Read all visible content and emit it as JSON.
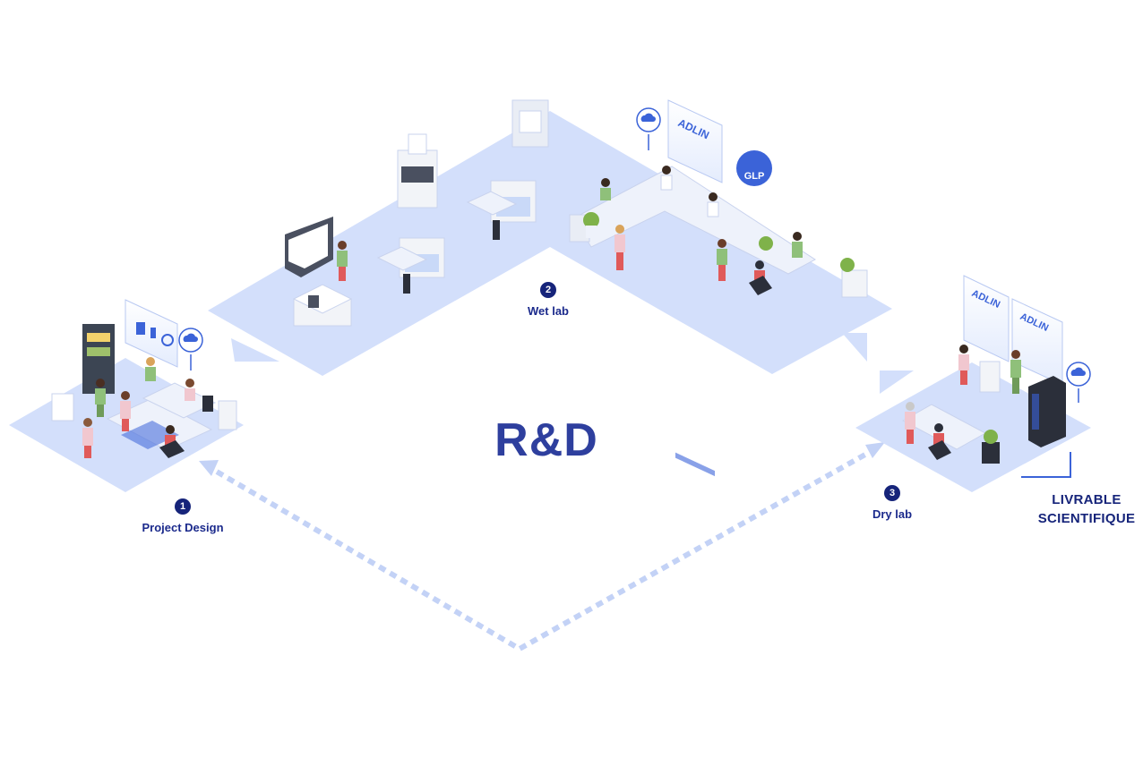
{
  "title": "R&D",
  "steps": [
    {
      "number": "1",
      "label": "Project Design"
    },
    {
      "number": "2",
      "label": "Wet lab"
    },
    {
      "number": "3",
      "label": "Dry lab"
    }
  ],
  "deliverable": {
    "line1": "LIVRABLE",
    "line2": "SCIENTIFIQUE"
  },
  "screens": {
    "brand": "ADLIN",
    "badge": "GLP"
  },
  "colors": {
    "platform": "#d3dffb",
    "platform_edge": "#bfcef5",
    "navy": "#16247a",
    "title": "#2e3f9e",
    "accent_blue": "#3b63d8",
    "dash": "#c3d2f6"
  },
  "icons": [
    "cloud-sync-icon",
    "ai-logo-icon",
    "glp-badge-icon",
    "plant-icon",
    "server-icon",
    "flow-arrow-icon"
  ]
}
